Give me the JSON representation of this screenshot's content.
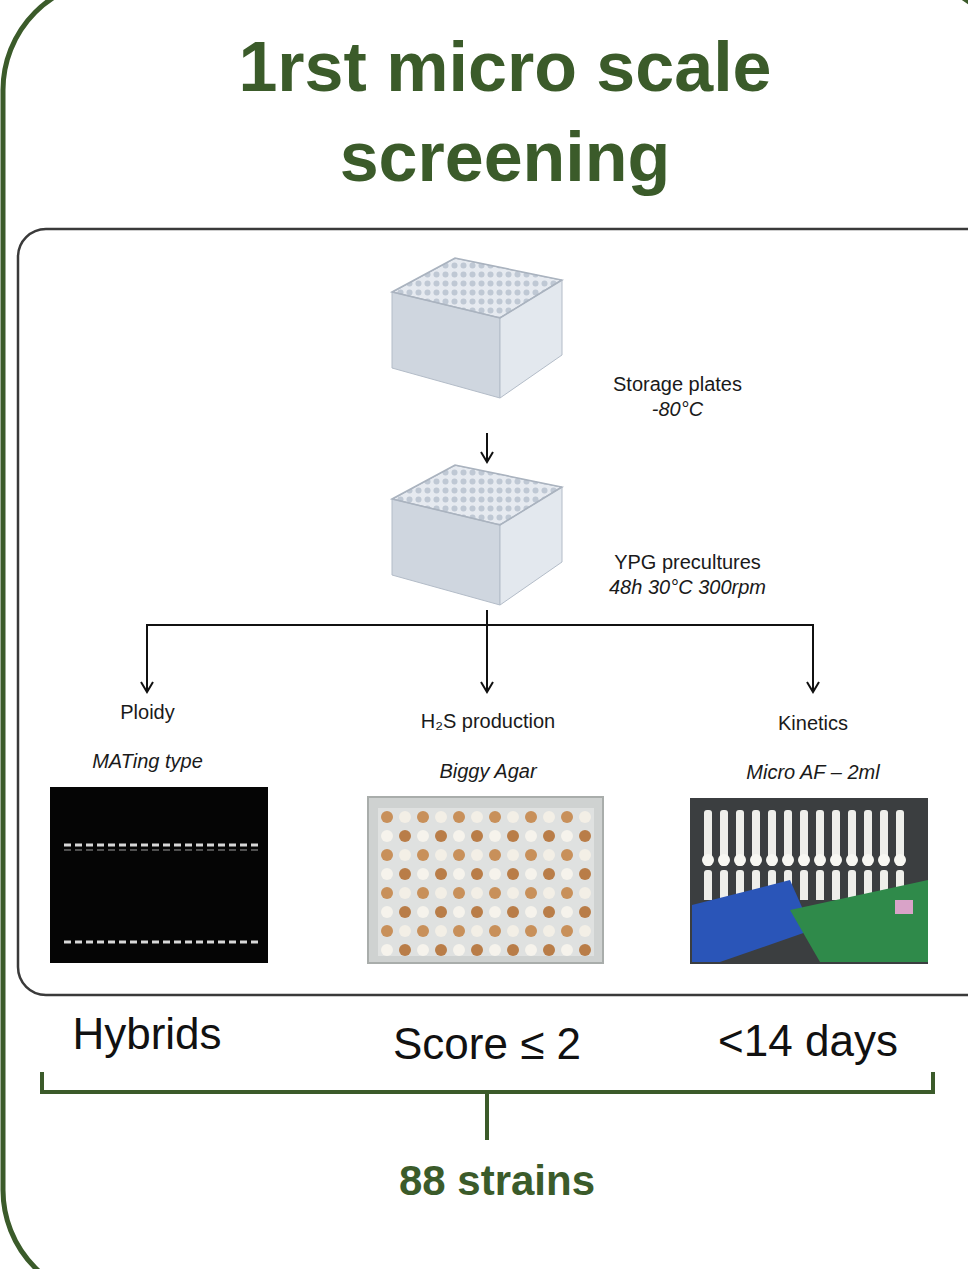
{
  "diagram": {
    "title": "1rst micro scale screening",
    "nodes": [
      {
        "text": [
          "Storage plates",
          "-80°C"
        ]
      },
      {
        "text": [
          "YPG precultures",
          "48h 30°C 300rpm"
        ]
      },
      {
        "text": [
          "Ploidy",
          "MATing type"
        ]
      },
      {
        "text": [
          "H₂S production",
          "Biggy Agar"
        ]
      },
      {
        "text": [
          "Kinetics",
          "Micro AF – 2ml"
        ]
      }
    ],
    "edges": [
      {
        "from": 0,
        "to": 1,
        "arrow": "to"
      },
      {
        "from": 1,
        "to": 2,
        "arrow": "to"
      },
      {
        "from": 1,
        "to": 3,
        "arrow": "to"
      },
      {
        "from": 1,
        "to": 4,
        "arrow": "to"
      }
    ],
    "labels": [
      "Hybrids",
      "Score ≤ 2",
      "<14 days",
      "88 strains"
    ]
  }
}
